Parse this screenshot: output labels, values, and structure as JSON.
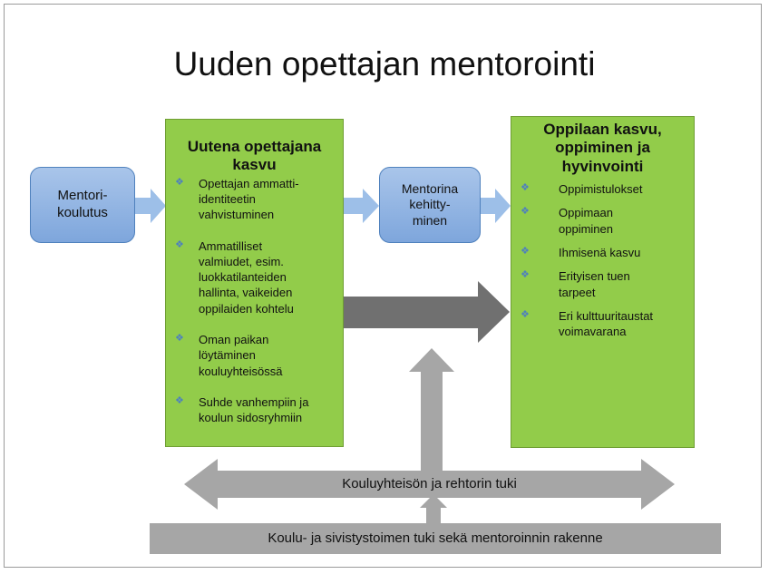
{
  "title": "Uuden opettajan mentorointi",
  "boxes": {
    "mentor_training": {
      "line1": "Mentori-",
      "line2": "koulutus"
    },
    "mentor_development": {
      "line1": "Mentorina",
      "line2": "kehitty-",
      "line3": "minen"
    }
  },
  "teacher_growth": {
    "title_line1": "Uutena opettajana",
    "title_line2": "kasvu",
    "items": [
      [
        "Opettajan ammatti-",
        "identiteetin",
        "vahvistuminen"
      ],
      [
        "Ammatilliset",
        "valmiudet, esim.",
        "luokkatilanteiden",
        "hallinta, vaikeiden",
        "oppilaiden kohtelu"
      ],
      [
        "Oman paikan",
        "löytäminen",
        "kouluyhteisössä"
      ],
      [
        "Suhde vanhempiin ja",
        "koulun sidosryhmiin"
      ]
    ]
  },
  "student_growth": {
    "title_line1": "Oppilaan kasvu,",
    "title_line2": "oppiminen ja",
    "title_line3": "hyvinvointi",
    "items": [
      [
        "Oppimistulokset"
      ],
      [
        "Oppimaan",
        "oppiminen"
      ],
      [
        "Ihmisenä kasvu"
      ],
      [
        "Erityisen tuen",
        "tarpeet"
      ],
      [
        "Eri kulttuuritaustat",
        "voimavarana"
      ]
    ]
  },
  "support_bar": "Kouluyhteisön ja rehtorin tuki",
  "base_bar": "Koulu- ja sivistystoimen tuki sekä mentoroinnin rakenne",
  "bullet_glyph": "❖",
  "colors": {
    "green": "#92cc4a",
    "blue": "#8fb3e3",
    "light_blue_arrow": "#9dbfe8",
    "dark_arrow": "#707070",
    "gray_arrow": "#a6a6a6"
  }
}
